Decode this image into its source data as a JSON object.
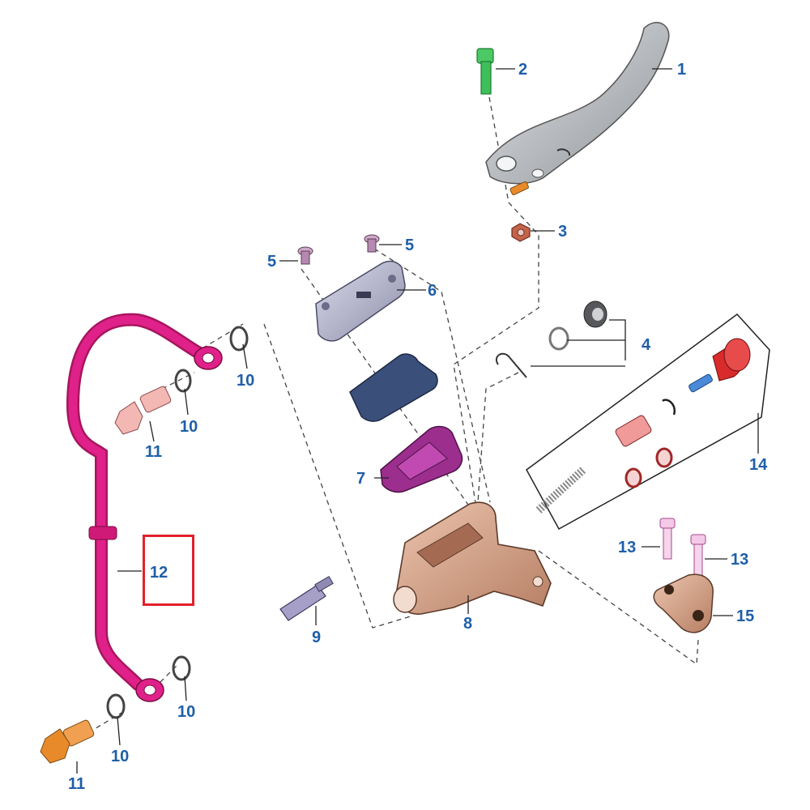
{
  "callouts": {
    "c1": "1",
    "c2": "2",
    "c3": "3",
    "c4": "4",
    "c5a": "5",
    "c5b": "5",
    "c6": "6",
    "c7": "7",
    "c8": "8",
    "c9": "9",
    "c10a": "10",
    "c10b": "10",
    "c10c": "10",
    "c10d": "10",
    "c11a": "11",
    "c11b": "11",
    "c12": "12",
    "c13a": "13",
    "c13b": "13",
    "c14": "14",
    "c15": "15"
  },
  "colors": {
    "callout_text": "#1f5fa8",
    "highlight": "#e3202a",
    "brake_hose": "#e0218a",
    "lever": "#b9bcc1",
    "master_cylinder_body": "#d7a48a",
    "reservoir_cap": "#b8b8cf",
    "gasket": "#3a4f7a",
    "diaphragm": "#9c2e8e",
    "banjo_bolt_upper": "#f3b7b4",
    "banjo_bolt_lower": "#e98a2a",
    "pivot_bolt": "#3fbf5a",
    "dust_boot": "#d92b2b"
  }
}
